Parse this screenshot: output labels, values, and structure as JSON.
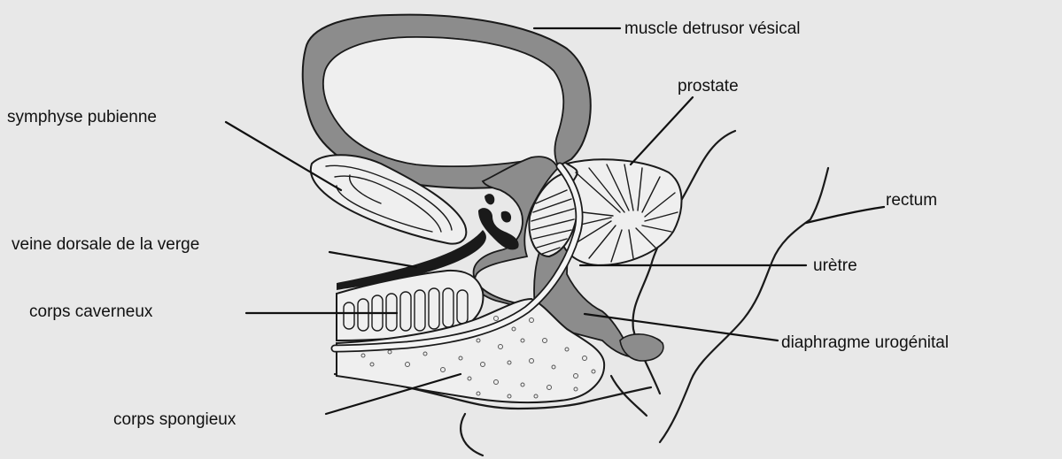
{
  "colors": {
    "background": "#e8e8e8",
    "tissue_gray": "#8c8c8c",
    "light_fill": "#efefef",
    "line": "#1a1a1a"
  },
  "labels": {
    "muscle_detrusor": "muscle detrusor vésical",
    "prostate": "prostate",
    "symphyse": "symphyse pubienne",
    "rectum": "rectum",
    "veine_dorsale": "veine dorsale de la verge",
    "uretre": "urètre",
    "corps_caverneux": "corps caverneux",
    "diaphragme": "diaphragme urogénital",
    "corps_spongieux": "corps spongieux"
  }
}
